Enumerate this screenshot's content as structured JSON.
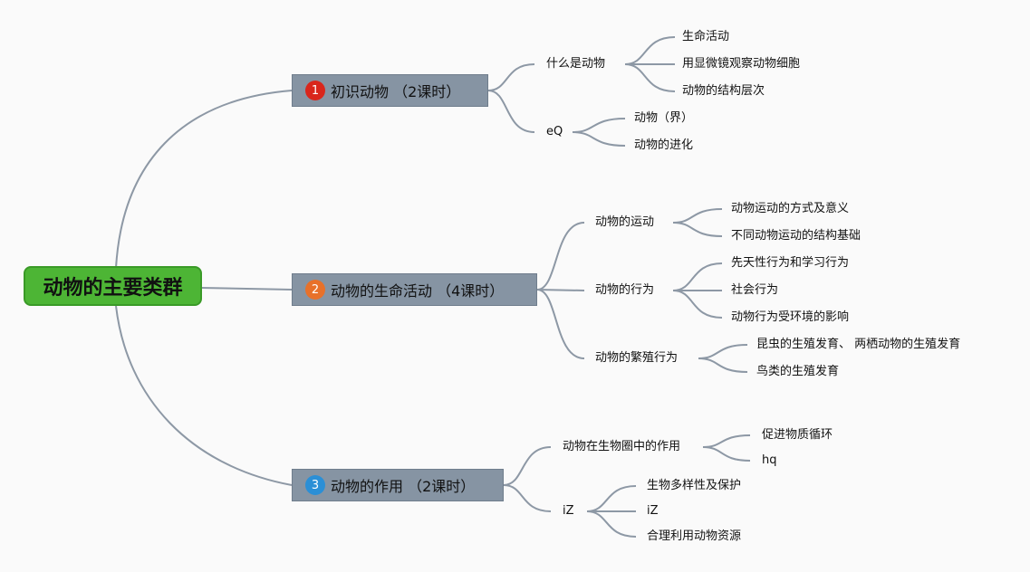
{
  "root": "动物的主要类群",
  "colors": {
    "root": "#4db535",
    "topic": "#8694a3",
    "line": "#8d98a5",
    "badge1": "#d9261c",
    "badge2": "#e8712a",
    "badge3": "#2b8fd6"
  },
  "topics": [
    {
      "num": "1",
      "text": "初识动物 （2课时）",
      "children": [
        {
          "text": "什么是动物",
          "children": [
            "生命活动",
            "用显微镜观察动物细胞",
            "动物的结构层次"
          ]
        },
        {
          "text": "eQ",
          "children": [
            "动物（界）",
            "动物的进化"
          ]
        }
      ]
    },
    {
      "num": "2",
      "text": "动物的生命活动 （4课时）",
      "children": [
        {
          "text": "动物的运动",
          "children": [
            "动物运动的方式及意义",
            "不同动物运动的结构基础"
          ]
        },
        {
          "text": "动物的行为",
          "children": [
            "先天性行为和学习行为",
            "社会行为",
            "动物行为受环境的影响"
          ]
        },
        {
          "text": "动物的繁殖行为",
          "children": [
            "昆虫的生殖发育、 两栖动物的生殖发育",
            "鸟类的生殖发育"
          ]
        }
      ]
    },
    {
      "num": "3",
      "text": "动物的作用 （2课时）",
      "children": [
        {
          "text": "动物在生物圈中的作用",
          "children": [
            "促进物质循环",
            "hq"
          ]
        },
        {
          "text": "iZ",
          "children": [
            "生物多样性及保护",
            "iZ",
            "合理利用动物资源"
          ]
        }
      ]
    }
  ]
}
